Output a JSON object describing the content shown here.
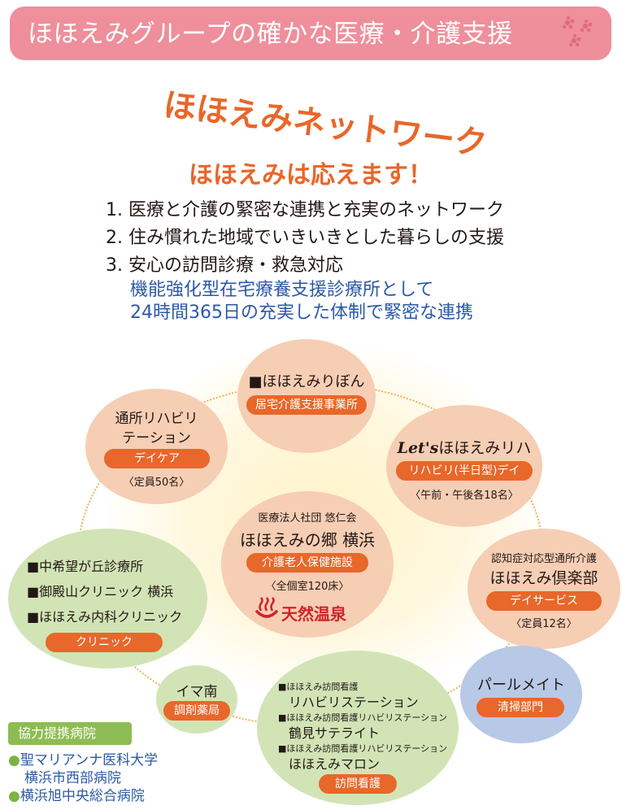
{
  "banner": {
    "title": "ほほえみグループの確かな医療・介護支援"
  },
  "network": {
    "title": "ほほえみネットワーク",
    "headline": "ほほえみは応えます！"
  },
  "points": [
    {
      "num": "1.",
      "text": "医療と介護の緊密な連携と充実のネットワーク"
    },
    {
      "num": "2.",
      "text": "住み慣れた地域でいきいきとした暮らしの支援"
    },
    {
      "num": "3.",
      "text": "安心の訪問診療・救急対応"
    }
  ],
  "points_sub": [
    "機能強化型在宅療養支援診療所として",
    "24時間365日の充実した体制で緊密な連携"
  ],
  "facilities": {
    "ribon": {
      "name": "■ほほえみりぼん",
      "tag": "居宅介護支援事業所"
    },
    "rehab_day": {
      "name_line1": "通所リハビリ",
      "name_line2": "テーション",
      "tag": "デイケア",
      "note": "〈定員50名〉"
    },
    "lets": {
      "logo": "Let's",
      "name": "ほほえみリハ",
      "tag": "リハビリ(半日型)デイ",
      "note": "〈午前・午後各18名〉"
    },
    "center": {
      "org": "医療法人社団 悠仁会",
      "name": "ほほえみの郷 横浜",
      "tag": "介護老人保健施設",
      "note": "〈全個室120床〉",
      "onsen": "天然温泉"
    },
    "club": {
      "type": "認知症対応型通所介護",
      "name": "ほほえみ倶楽部",
      "tag": "デイサービス",
      "note": "〈定員12名〉"
    },
    "clinic": {
      "items": [
        "■中希望が丘診療所",
        "■御殿山クリニック 横浜",
        "■ほほえみ内科クリニック"
      ],
      "tag": "クリニック"
    },
    "pharmacy": {
      "name": "イマ南",
      "tag": "調剤薬局"
    },
    "visiting": {
      "items": [
        {
          "sub": "■ほほえみ訪問看護",
          "name": "リハビリステーション"
        },
        {
          "sub": "■ほほえみ訪問看護リハビリステーション",
          "name": "鶴見サテライト"
        },
        {
          "sub": "■ほほえみ訪問看護リハビリステーション",
          "name": "ほほえみマロン"
        }
      ],
      "tag": "訪問看護"
    },
    "pearl": {
      "name": "パールメイト",
      "tag": "清掃部門"
    }
  },
  "partners": {
    "label": "協力提携病院",
    "hospitals": [
      {
        "bullet": "●",
        "line1": "聖マリアンナ医科大学",
        "line2": "横浜市西部病院"
      },
      {
        "bullet": "●",
        "line1": "横浜旭中央総合病院",
        "line2": ""
      }
    ]
  },
  "colors": {
    "accent": "#e8672a",
    "banner": "#ee8f9b",
    "blue_text": "#2b59a7",
    "peach": "#f6ceb4",
    "green": "#d2e4b6",
    "lavender": "#b7c9e6"
  }
}
